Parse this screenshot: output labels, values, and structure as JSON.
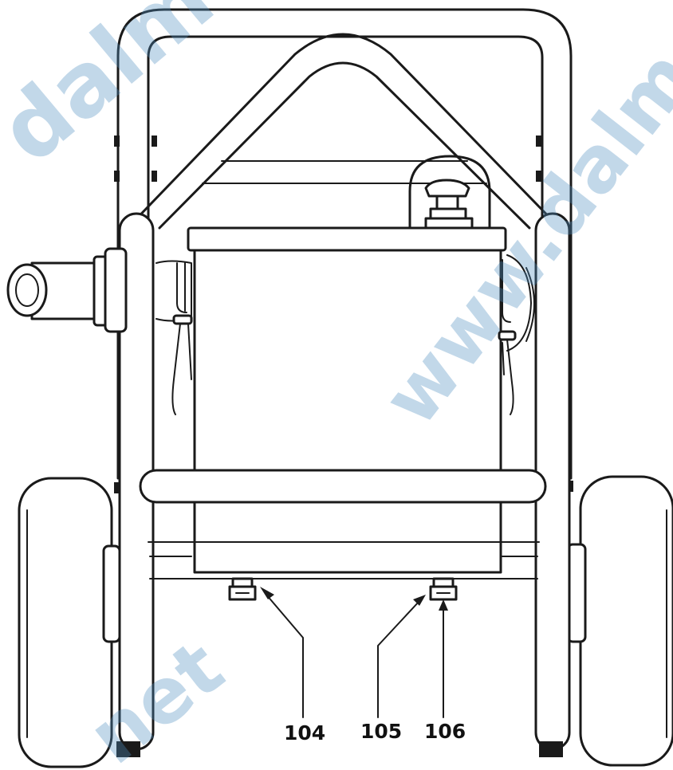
{
  "callouts": {
    "c104": "104",
    "c105": "105",
    "c106": "106"
  },
  "watermark": {
    "text_left": "dalme",
    "text_diagonal": "www.dalme",
    "text_bottom": "net",
    "color": "#4f8fc0"
  },
  "colors": {
    "line": "#1a1a1a",
    "paper": "#ffffff"
  }
}
